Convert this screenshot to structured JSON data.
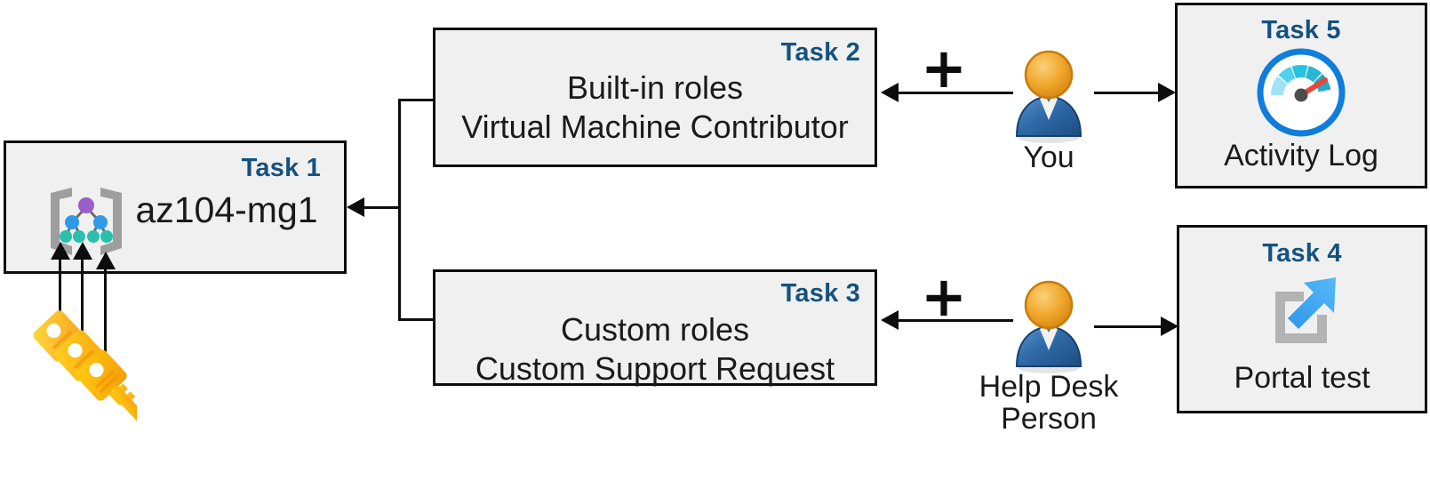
{
  "diagram": {
    "title": "Azure RBAC task diagram",
    "accent_blue": "#14527f",
    "box_fill": "#f0f0f0",
    "box_border": "#0d0d0d",
    "line_color": "#0d0d0d"
  },
  "boxes": {
    "task1": {
      "label": "Task 1",
      "text": "az104-mg1",
      "icon": "management-group-icon"
    },
    "task2": {
      "label": "Task 2",
      "line1": "Built-in roles",
      "line2": "Virtual Machine Contributor"
    },
    "task3": {
      "label": "Task 3",
      "line1": "Custom roles",
      "line2": "Custom Support Request"
    },
    "task4": {
      "label": "Task 4",
      "text": "Portal test",
      "icon": "external-link-icon"
    },
    "task5": {
      "label": "Task 5",
      "text": "Activity Log",
      "icon": "gauge-icon"
    }
  },
  "people": [
    {
      "id": "you",
      "caption_line1": "You",
      "caption_line2": ""
    },
    {
      "id": "help-desk",
      "caption_line1": "Help Desk",
      "caption_line2": "Person"
    }
  ],
  "operators": {
    "plus_top": "+",
    "plus_bottom": "+"
  },
  "icons": {
    "keys": "keys-icon",
    "management_group": "management-group-icon",
    "gauge": "gauge-icon",
    "external_link": "external-link-icon",
    "person": "person-icon"
  },
  "icon_colors": {
    "key_yellow": "#ffc20e",
    "key_orange": "#f9a11b",
    "mg_bracket_gray": "#9e9e9e",
    "mg_root_purple": "#9a5fc8",
    "mg_mid_blue": "#2f9ae8",
    "mg_leaf_teal": "#2bbfae",
    "gauge_ring_blue": "#0f7ddb",
    "gauge_needle_red": "#e8453c",
    "gauge_seg_cyan": "#29c2e0",
    "portal_arrow_blue": "#3fa9f5",
    "portal_frame_gray": "#b3b3b3",
    "person_head": "#f0a92e",
    "person_body": "#2f6aa8"
  }
}
